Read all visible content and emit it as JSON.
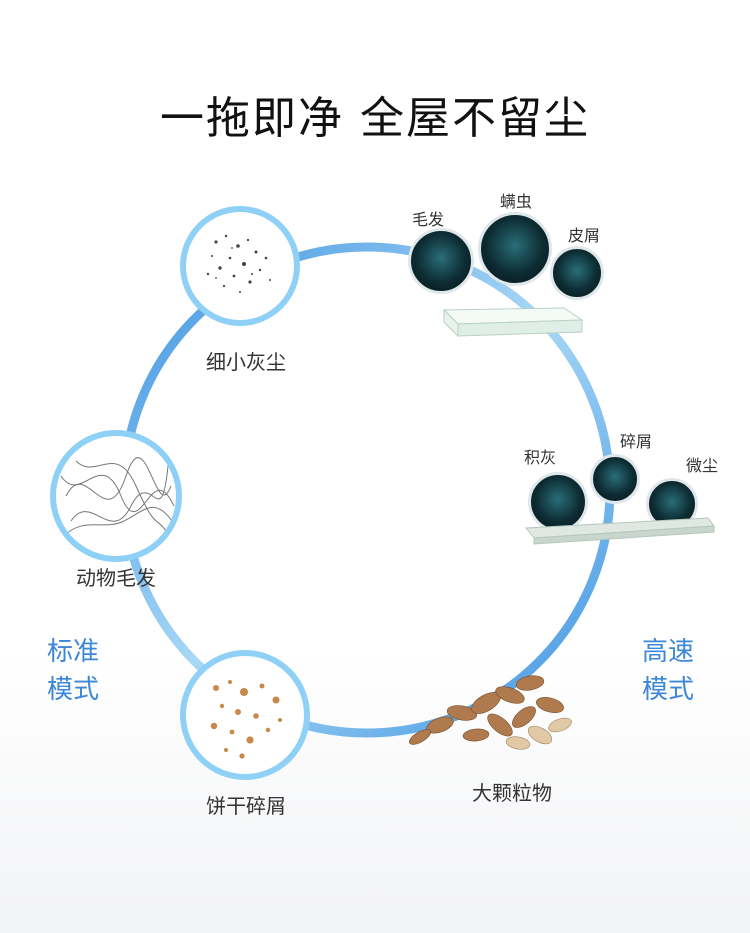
{
  "headline": "一拖即净 全屋不留尘",
  "debris": {
    "fine_dust": "细小灰尘",
    "pet_hair": "动物毛发",
    "biscuit_crumbs": "饼干碎屑",
    "large_particles": "大颗粒物"
  },
  "mattress_microbes": [
    "毛发",
    "螨虫",
    "皮屑"
  ],
  "floor_microbes": [
    "积灰",
    "碎屑",
    "微尘"
  ],
  "modes": {
    "standard": [
      "标准",
      "模式"
    ],
    "high_speed": [
      "高速",
      "模式"
    ]
  },
  "colors": {
    "ring": "#8fd0f6",
    "loop": "#6cb6ea",
    "mode_text": "#3d87d8"
  }
}
